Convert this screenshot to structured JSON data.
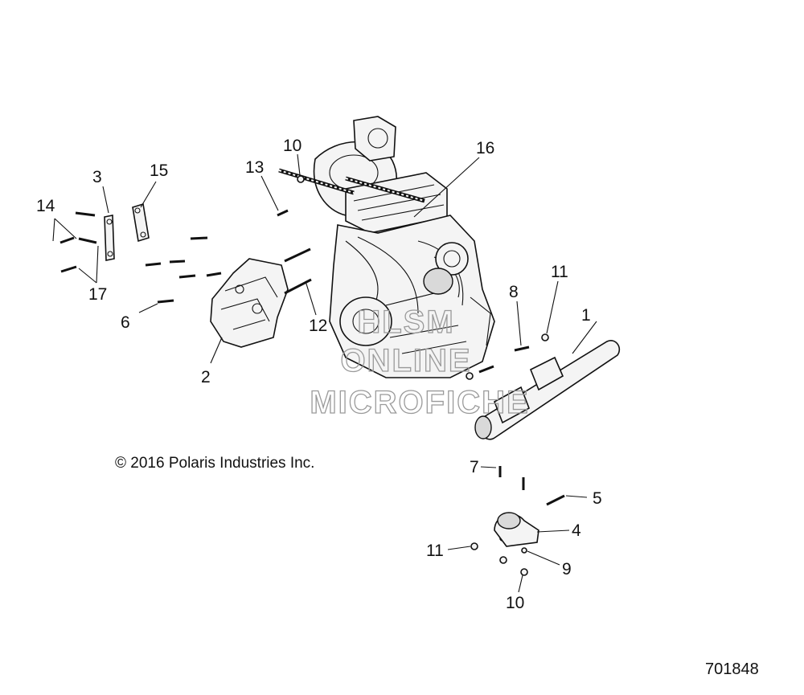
{
  "copyright": "© 2016 Polaris Industries Inc.",
  "figure_number": "701848",
  "watermark": {
    "line1": "HLSM",
    "line2": "ONLINE",
    "line3": "MICROFICHE"
  },
  "callouts": {
    "c1": "1",
    "c2": "2",
    "c3": "3",
    "c4": "4",
    "c5": "5",
    "c6": "6",
    "c7": "7",
    "c8": "8",
    "c9": "9",
    "c10a": "10",
    "c10b": "10",
    "c11a": "11",
    "c11b": "11",
    "c12": "12",
    "c13": "13",
    "c14": "14",
    "c15": "15",
    "c16": "16",
    "c17": "17"
  }
}
